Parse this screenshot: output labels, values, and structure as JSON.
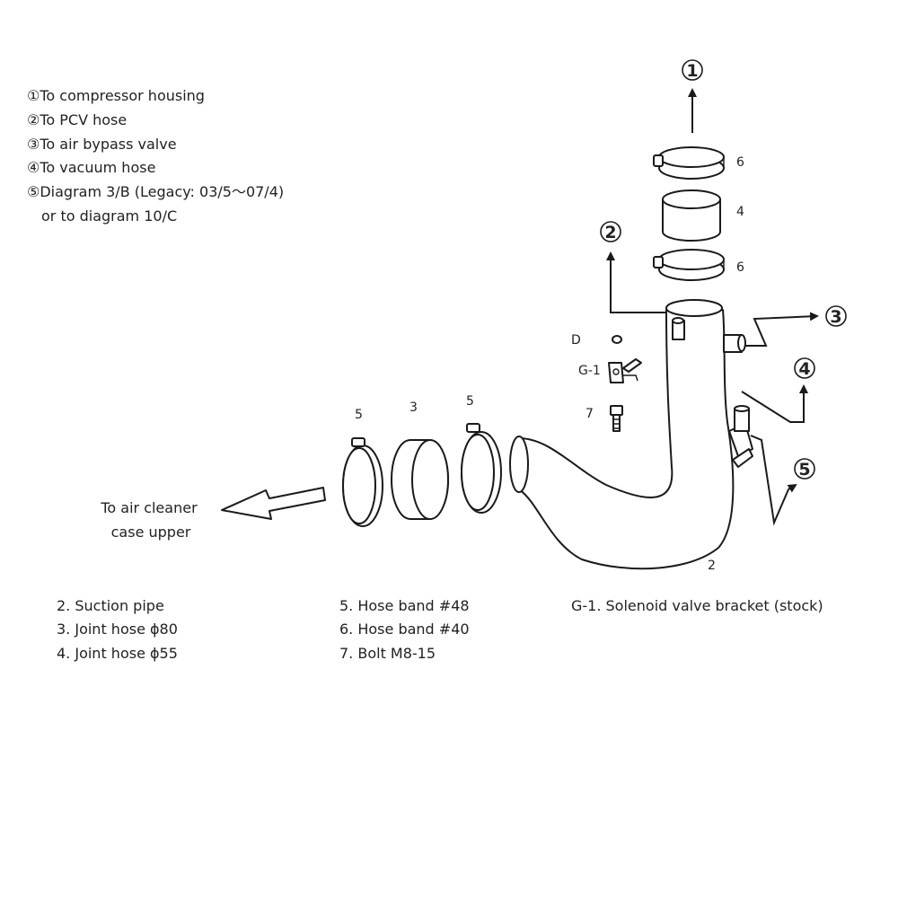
{
  "legend_top": [
    "①To compressor housing",
    "②To PCV hose",
    "③To air bypass valve",
    "④To vacuum hose",
    "⑤Diagram 3/B (Legacy: 03/5～07/4)",
    "or to diagram 10/C"
  ],
  "callouts": {
    "c1_num": "1",
    "c2_num": "2",
    "c3_num": "3",
    "c4_num": "4",
    "c5_num": "5"
  },
  "labels": {
    "band_top": "6",
    "joint_small": "4",
    "band_lower": "6",
    "detail_d": "D",
    "bracket": "G-1",
    "bolt": "7",
    "left_band_a": "5",
    "left_joint": "3",
    "left_band_b": "5",
    "pipe": "2",
    "to_cleaner_line1": "To air cleaner",
    "to_cleaner_line2": "case upper"
  },
  "parts_list": {
    "col1": [
      "2. Suction pipe",
      "3. Joint hose ϕ80",
      "4. Joint hose ϕ55"
    ],
    "col2": [
      "5. Hose band #48",
      "6. Hose band #40",
      "7. Bolt M8-15"
    ],
    "col3": [
      "G-1. Solenoid valve bracket (stock)"
    ]
  }
}
